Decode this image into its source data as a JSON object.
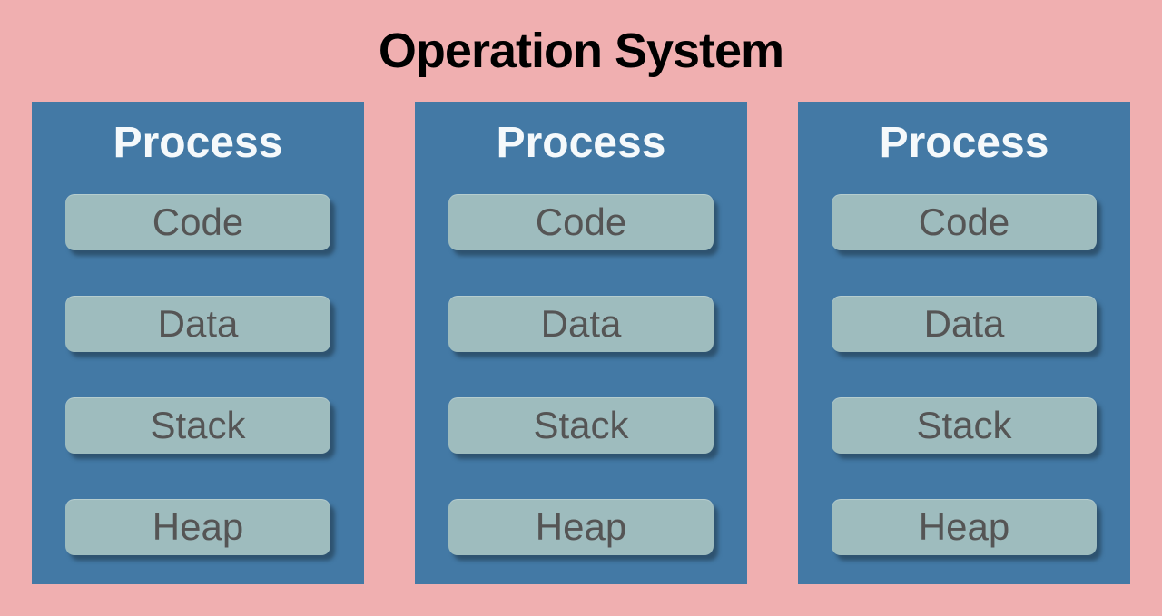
{
  "title": "Operation System",
  "processes": [
    {
      "title": "Process",
      "segments": [
        "Code",
        "Data",
        "Stack",
        "Heap"
      ]
    },
    {
      "title": "Process",
      "segments": [
        "Code",
        "Data",
        "Stack",
        "Heap"
      ]
    },
    {
      "title": "Process",
      "segments": [
        "Code",
        "Data",
        "Stack",
        "Heap"
      ]
    }
  ],
  "colors": {
    "background": "#f0afb0",
    "process_box": "#4379a5",
    "segment_box": "#9ebcbe",
    "segment_text": "#555555",
    "process_title_text": "#f5f9fb",
    "title_text": "#000000"
  }
}
